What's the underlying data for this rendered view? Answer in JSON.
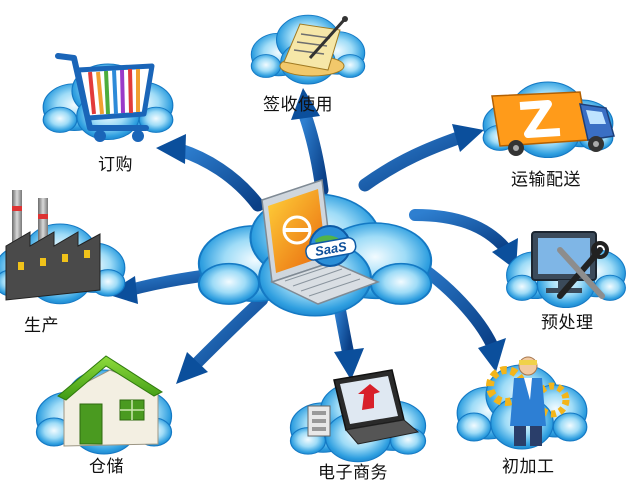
{
  "center": {
    "badge": "SaaS"
  },
  "nodes": [
    {
      "id": "sign",
      "label": "签收使用"
    },
    {
      "id": "order",
      "label": "订购"
    },
    {
      "id": "transport",
      "label": "运输配送"
    },
    {
      "id": "produce",
      "label": "生产"
    },
    {
      "id": "preprocess",
      "label": "预处理"
    },
    {
      "id": "warehouse",
      "label": "仓储"
    },
    {
      "id": "ecommerce",
      "label": "电子商务"
    },
    {
      "id": "processing",
      "label": "初加工"
    }
  ],
  "colors": {
    "cloud_outer": "#1b8fd6",
    "cloud_inner": "#7ecdf3",
    "cloud_highlight": "#e6f7ff",
    "arrow": "#0b4f9c"
  }
}
